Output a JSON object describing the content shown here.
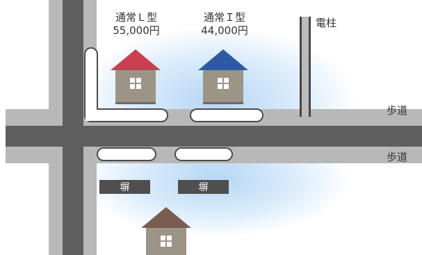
{
  "houses": {
    "l_type": {
      "title": "通常Ｌ型",
      "price": "55,000円",
      "roof_color": "#c94050"
    },
    "i_type": {
      "title": "通常Ｉ型",
      "price": "44,000円",
      "roof_color": "#2e5aa3"
    },
    "bottom": {
      "roof_color": "#7a5c50"
    }
  },
  "pole_label": "電柱",
  "sidewalk_labels": {
    "upper": "歩道",
    "lower": "歩道"
  },
  "fence_labels": [
    "塀",
    "塀"
  ],
  "colors": {
    "road_dark": "#5e5e5e",
    "sidewalk": "#b8b8b8",
    "highlight": "#8cc4f0"
  }
}
